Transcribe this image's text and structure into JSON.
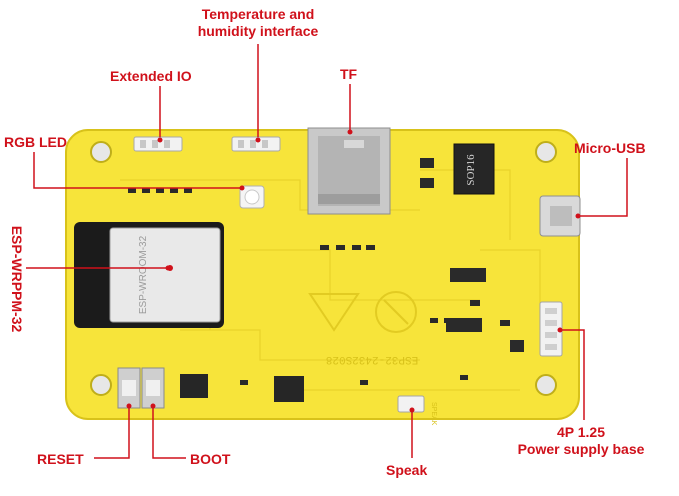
{
  "labels": {
    "temp_humidity_line1": "Temperature and",
    "temp_humidity_line2": "humidity interface",
    "extended_io": "Extended IO",
    "tf": "TF",
    "rgb_led": "RGB LED",
    "micro_usb": "Micro-USB",
    "esp_module_side": "ESP-WRPPM-32",
    "reset": "RESET",
    "boot": "BOOT",
    "speak": "Speak",
    "power_line1": "4P 1.25",
    "power_line2": "Power supply base"
  },
  "board_markings": {
    "chip_sop16": "SOP16",
    "module_text": "ESP-WROOM-32",
    "bottom_text": "ESP32-2432S028",
    "speak_silk": "SPEAK"
  },
  "colors": {
    "board": "#f7e43a",
    "board_edge": "#d8c21a",
    "label": "#d0111b",
    "leader": "#d0111b"
  }
}
